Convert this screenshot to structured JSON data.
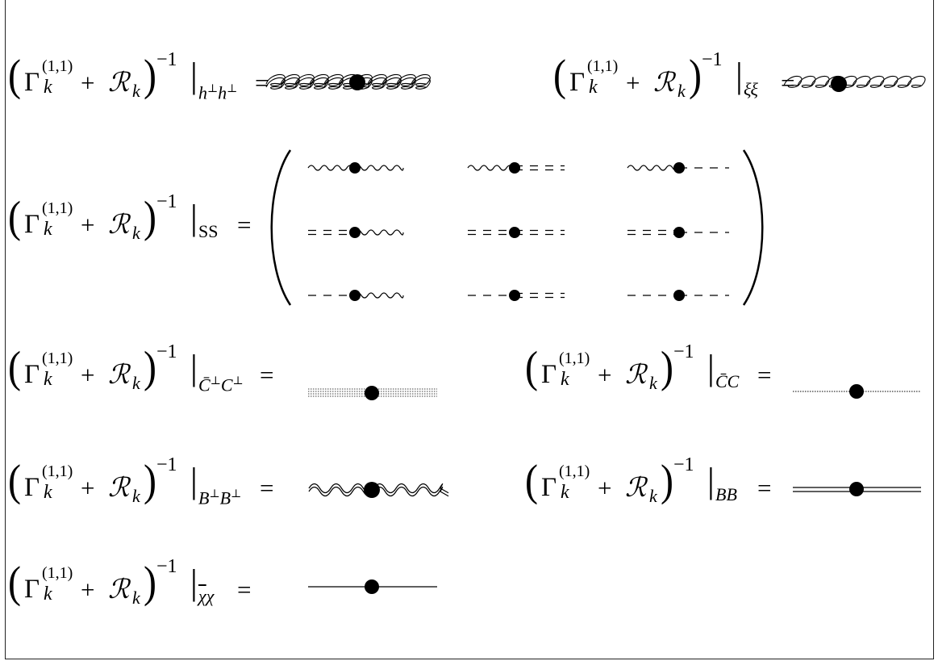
{
  "formula": {
    "gamma": "Γ",
    "superscript": "(1,1)",
    "k": "k",
    "plus": "+",
    "regulator": "ℛ",
    "minus_one": "−1",
    "equals": "="
  },
  "equations": [
    {
      "subscript": "h⊥h⊥",
      "propagator": "double-curly gluon line"
    },
    {
      "subscript": "ξξ",
      "propagator": "curly gluon line"
    },
    {
      "subscript": "SS",
      "propagator": "3x3 matrix of mixed propagators"
    },
    {
      "subscript": "C̄⊥C⊥",
      "propagator": "double dotted line"
    },
    {
      "subscript": "C̄C",
      "propagator": "dotted line"
    },
    {
      "subscript": "B⊥B⊥",
      "propagator": "double wavy line"
    },
    {
      "subscript": "BB",
      "propagator": "double solid line"
    },
    {
      "subscript": "χ̄χ",
      "propagator": "solid line"
    }
  ],
  "matrix": {
    "rows": [
      [
        "wavy-wavy",
        "wavy-double-dashed",
        "wavy-dashed"
      ],
      [
        "double-dashed-wavy",
        "double-dashed-double-dashed",
        "double-dashed-dashed"
      ],
      [
        "dashed-wavy",
        "dashed-double-dashed",
        "dashed-dashed"
      ]
    ]
  },
  "colors": {
    "ink": "#000000",
    "frame": "#222222",
    "background": "#ffffff"
  }
}
